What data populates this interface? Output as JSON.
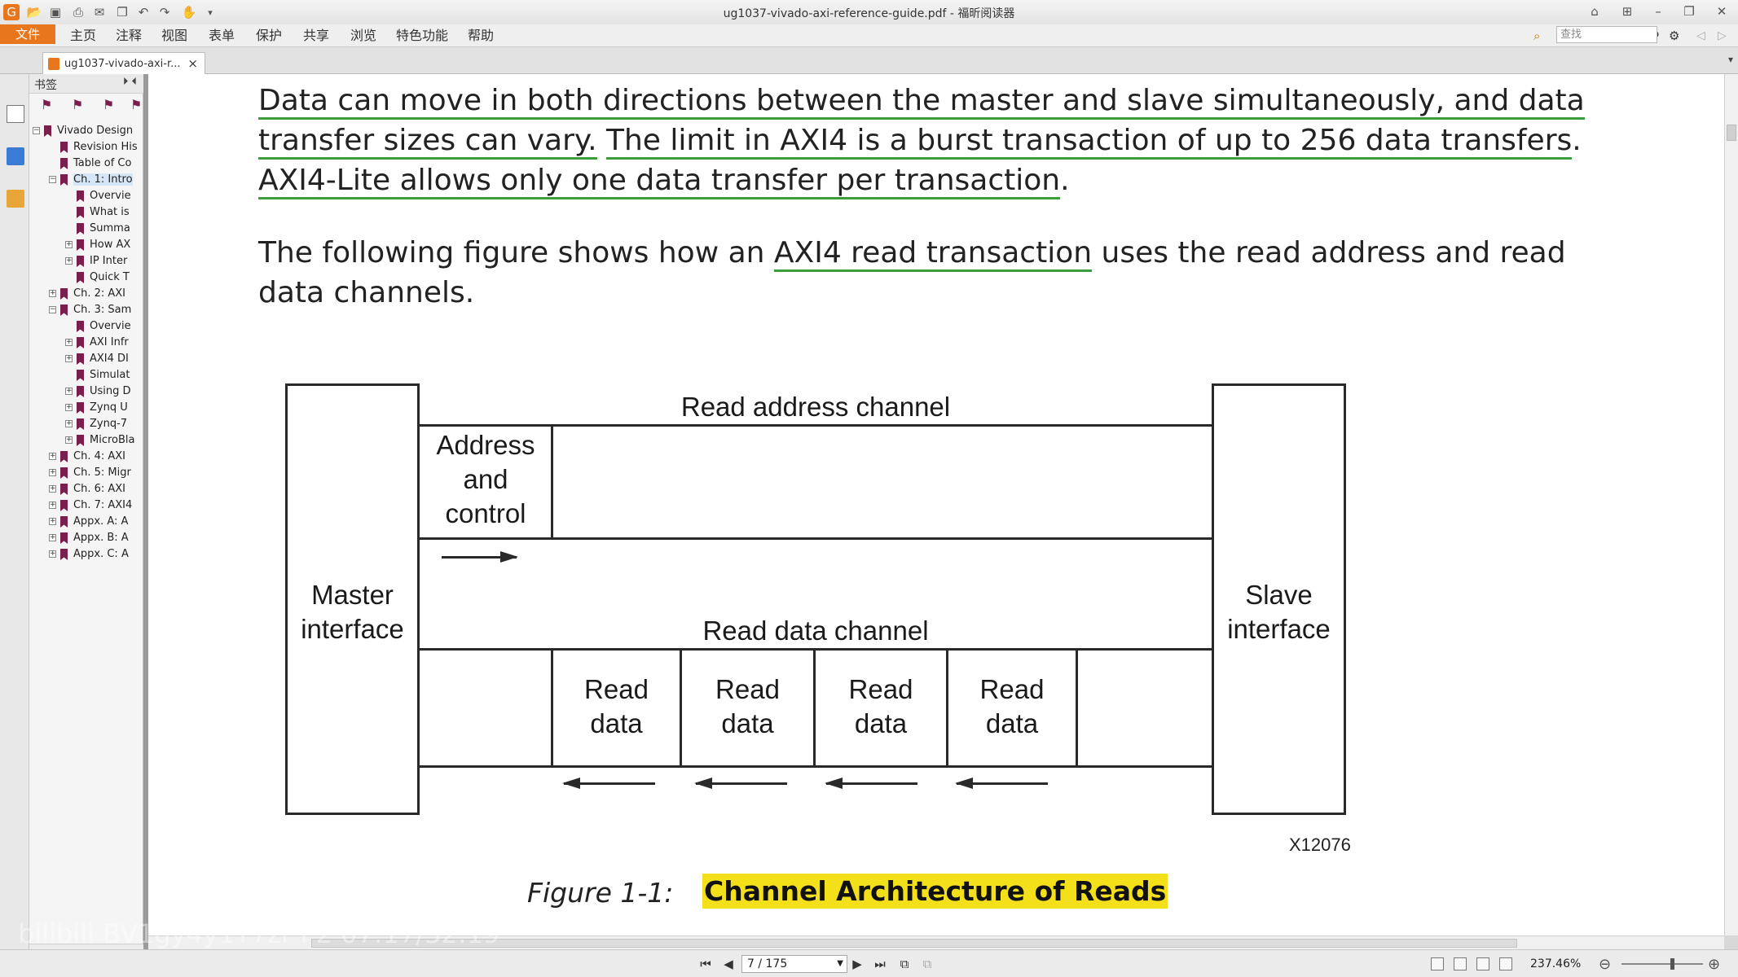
{
  "window": {
    "title": "ug1037-vivado-axi-reference-guide.pdf - 福昕阅读器"
  },
  "menu": {
    "file": "文件",
    "items": [
      "主页",
      "注释",
      "视图",
      "表单",
      "保护",
      "共享",
      "浏览",
      "特色功能",
      "帮助"
    ]
  },
  "search": {
    "placeholder": "查找"
  },
  "tab": {
    "label": "ug1037-vivado-axi-r...",
    "close": "×"
  },
  "bookmarks": {
    "title": "书签",
    "items": [
      {
        "label": "Vivado Design",
        "level": 0,
        "expander": "−"
      },
      {
        "label": "Revision His",
        "level": 1,
        "expander": ""
      },
      {
        "label": "Table of Co",
        "level": 1,
        "expander": ""
      },
      {
        "label": "Ch. 1: Intro",
        "level": 1,
        "expander": "−",
        "selected": true
      },
      {
        "label": "Overvie",
        "level": 2,
        "expander": ""
      },
      {
        "label": "What is",
        "level": 2,
        "expander": ""
      },
      {
        "label": "Summa",
        "level": 2,
        "expander": ""
      },
      {
        "label": "How AX",
        "level": 2,
        "expander": "+"
      },
      {
        "label": "IP Inter",
        "level": 2,
        "expander": "+"
      },
      {
        "label": "Quick T",
        "level": 2,
        "expander": ""
      },
      {
        "label": "Ch. 2: AXI",
        "level": 1,
        "expander": "+"
      },
      {
        "label": "Ch. 3: Sam",
        "level": 1,
        "expander": "−"
      },
      {
        "label": "Overvie",
        "level": 2,
        "expander": ""
      },
      {
        "label": "AXI Infr",
        "level": 2,
        "expander": "+"
      },
      {
        "label": "AXI4 DI",
        "level": 2,
        "expander": "+"
      },
      {
        "label": "Simulat",
        "level": 2,
        "expander": ""
      },
      {
        "label": "Using D",
        "level": 2,
        "expander": "+"
      },
      {
        "label": "Zynq U",
        "level": 2,
        "expander": "+"
      },
      {
        "label": "Zynq-7",
        "level": 2,
        "expander": "+"
      },
      {
        "label": "MicroBla",
        "level": 2,
        "expander": "+"
      },
      {
        "label": "Ch. 4: AXI",
        "level": 1,
        "expander": "+"
      },
      {
        "label": "Ch. 5: Migr",
        "level": 1,
        "expander": "+"
      },
      {
        "label": "Ch. 6: AXI",
        "level": 1,
        "expander": "+"
      },
      {
        "label": "Ch. 7: AXI4",
        "level": 1,
        "expander": "+"
      },
      {
        "label": "Appx. A: A",
        "level": 1,
        "expander": "+"
      },
      {
        "label": "Appx. B: A",
        "level": 1,
        "expander": "+"
      },
      {
        "label": "Appx. C: A",
        "level": 1,
        "expander": "+"
      }
    ]
  },
  "document": {
    "para1": {
      "l1": "Data can move in both directions between the master and slave simultaneously, and data",
      "l2a": "transfer sizes can vary.",
      "l2b": " ",
      "l2c": "The limit in AXI4 is a burst transaction of up to 256 data transfers",
      "l2d": ".",
      "l3a": "AXI4-Lite allows only one data transfer per transaction",
      "l3b": "."
    },
    "para2": {
      "l1a": "The following figure shows how an ",
      "l1b": "AXI4 read transaction",
      "l1c": " uses the read address and read",
      "l2": "data channels."
    },
    "figure": {
      "master_l1": "Master",
      "master_l2": "interface",
      "slave_l1": "Slave",
      "slave_l2": "interface",
      "read_address_channel": "Read address channel",
      "addr_l1": "Address",
      "addr_l2": "and",
      "addr_l3": "control",
      "read_data_channel": "Read data channel",
      "read_l1": "Read",
      "read_l2": "data",
      "id": "X12076"
    },
    "caption": {
      "label": "Figure 1-1:",
      "title": "Channel Architecture of Reads"
    }
  },
  "status": {
    "page": "7 / 175",
    "zoom": "237.46%"
  },
  "watermark": "bilibili BV1gy4y1Y7zr P2 07:17/32:19"
}
